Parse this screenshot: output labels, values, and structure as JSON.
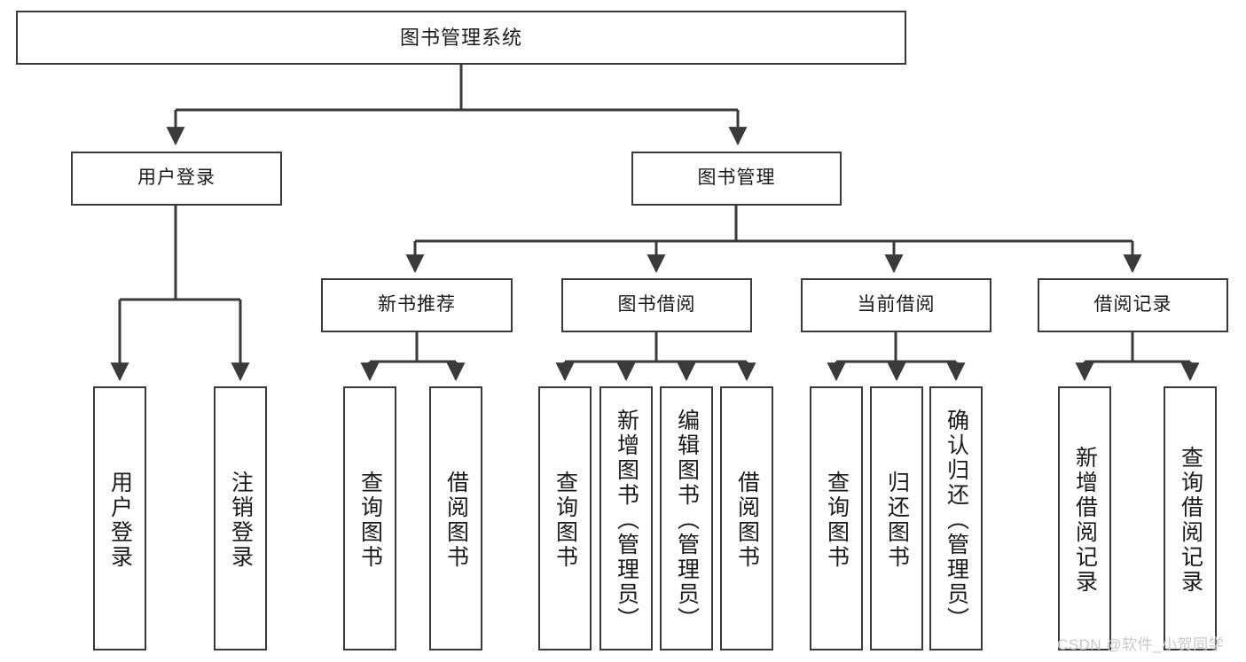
{
  "diagram": {
    "title": "图书管理系统",
    "watermark": "CSDN @软件_小贺同学",
    "nodes": {
      "root": "图书管理系统",
      "level1": [
        "用户登录",
        "图书管理"
      ],
      "level2": [
        "新书推荐",
        "图书借阅",
        "当前借阅",
        "借阅记录"
      ],
      "leaves_user_login": [
        "用户登录",
        "注销登录"
      ],
      "leaves_new_book": [
        "查询图书",
        "借阅图书"
      ],
      "leaves_borrow": [
        "查询图书",
        "新增图书（管理员）",
        "编辑图书（管理员）",
        "借阅图书"
      ],
      "leaves_current": [
        "查询图书",
        "归还图书",
        "确认归还（管理员）"
      ],
      "leaves_records": [
        "新增借阅记录",
        "查询借阅记录"
      ]
    },
    "colors": {
      "border": "#3a3a3a",
      "text": "#1a1a1a",
      "background": "#ffffff",
      "watermark": "#c9c9c9"
    }
  }
}
